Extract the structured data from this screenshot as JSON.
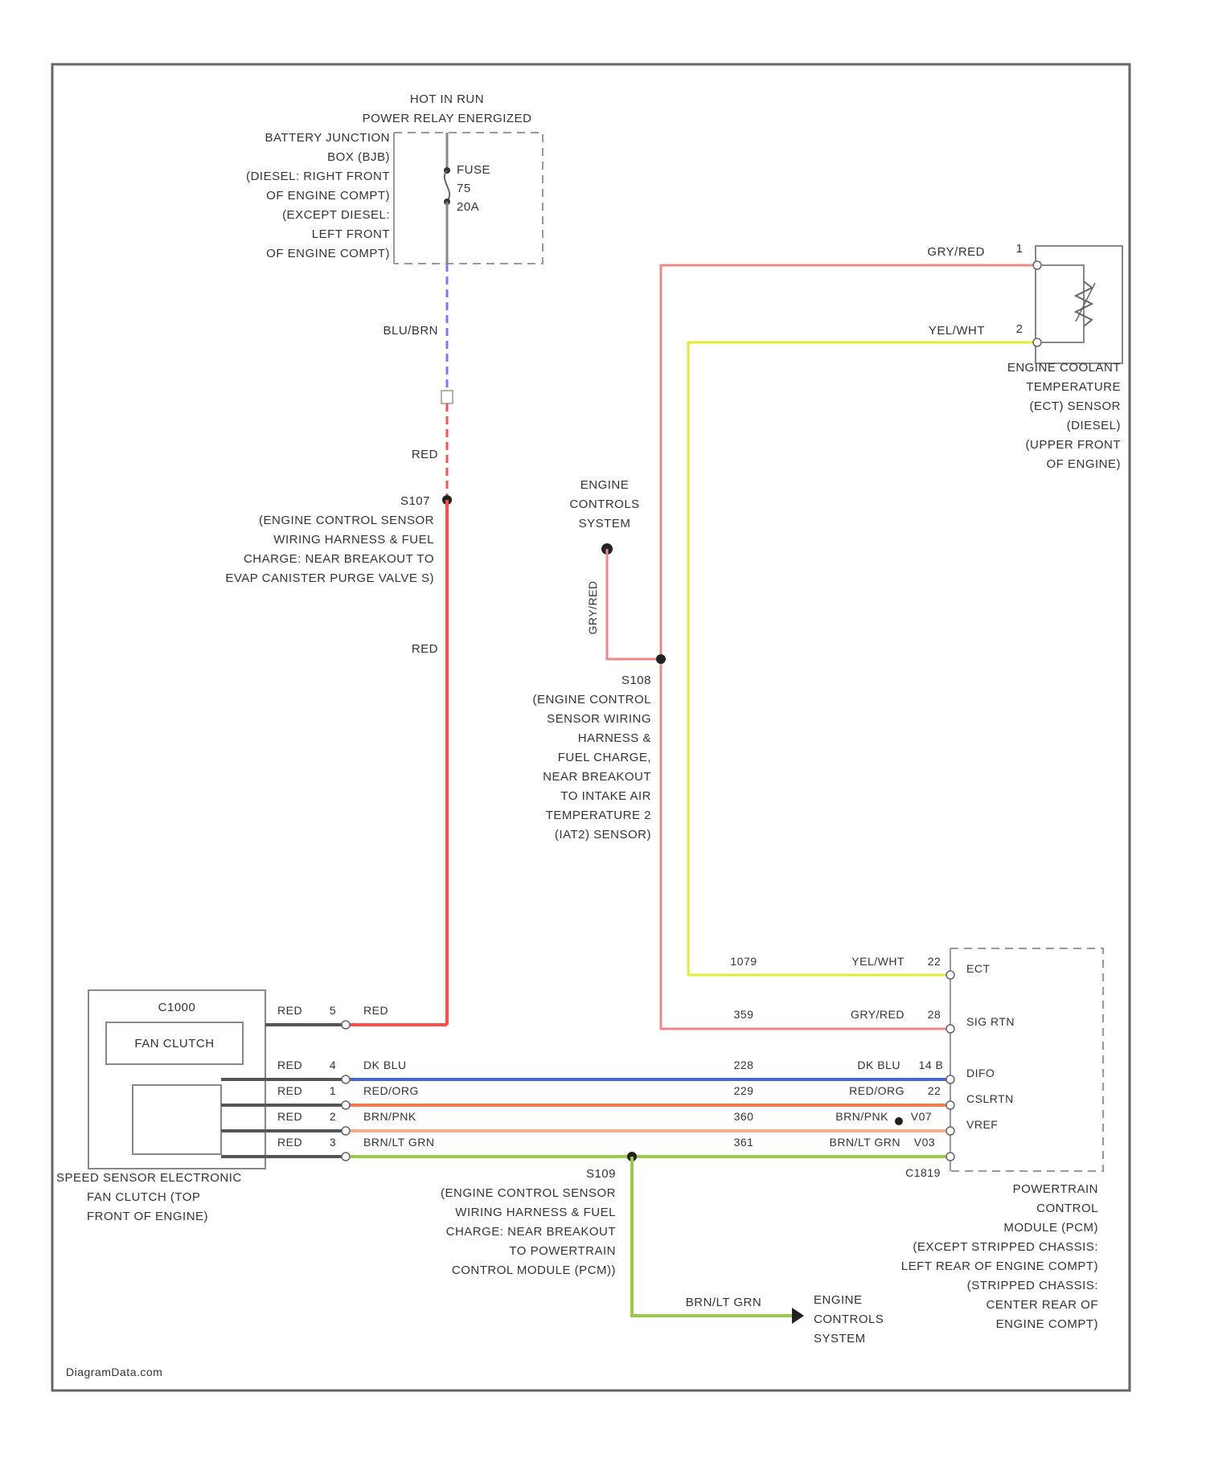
{
  "fuse_block": {
    "hot_lines": [
      "HOT IN RUN",
      "POWER RELAY ENERGIZED"
    ],
    "location_lines": [
      "BATTERY JUNCTION",
      "BOX (BJB)",
      "(DIESEL: RIGHT FRONT",
      "OF ENGINE COMPT)",
      "(EXCEPT DIESEL:",
      "LEFT FRONT",
      "OF ENGINE COMPT)"
    ],
    "fuse_lines": [
      "FUSE",
      "75",
      "20A"
    ]
  },
  "wires": {
    "blu_brn": "BLU/BRN",
    "red_upper": "RED",
    "red_lower": "RED",
    "gry_red": "GRY/RED",
    "yel_wht": "YEL/WHT",
    "gry_red_vertical": "GRY/RED",
    "brn_lt_grn": "BRN/LT GRN"
  },
  "splices": {
    "s1": {
      "id": "S107",
      "lines": [
        "(ENGINE CONTROL SENSOR",
        "WIRING HARNESS & FUEL",
        "CHARGE: NEAR BREAKOUT TO",
        "EVAP CANISTER PURGE VALVE S)"
      ]
    },
    "s2": {
      "id": "S108",
      "lines": [
        "(ENGINE CONTROL",
        "SENSOR WIRING",
        "HARNESS &",
        "FUEL CHARGE,",
        "NEAR BREAKOUT",
        "TO INTAKE AIR",
        "TEMPERATURE 2",
        "(IAT2) SENSOR)"
      ]
    },
    "s3": {
      "id": "S109",
      "lines": [
        "(ENGINE CONTROL SENSOR",
        "WIRING HARNESS & FUEL",
        "CHARGE: NEAR BREAKOUT",
        "TO POWERTRAIN",
        "CONTROL MODULE (PCM))"
      ]
    }
  },
  "engine_controls_top": [
    "ENGINE",
    "CONTROLS",
    "SYSTEM"
  ],
  "engine_controls_bottom": [
    "ENGINE",
    "CONTROLS",
    "SYSTEM"
  ],
  "ect_sensor": {
    "pins": [
      "1",
      "2"
    ],
    "lines": [
      "ENGINE COOLANT",
      "TEMPERATURE",
      "(ECT) SENSOR",
      "(DIESEL)",
      "(UPPER FRONT",
      "OF ENGINE)"
    ]
  },
  "fan_clutch": {
    "connector": "C1000",
    "label": "FAN CLUTCH",
    "lines": [
      "SPEED SENSOR ELECTRONIC",
      "FAN CLUTCH (TOP",
      "FRONT OF ENGINE)"
    ],
    "rows": [
      {
        "pin_left": "RED",
        "pin": "5",
        "wire": "RED"
      },
      {
        "pin_left": "RED",
        "pin": "4",
        "wire": "DK BLU"
      },
      {
        "pin_left": "RED",
        "pin": "1",
        "wire": "RED/ORG"
      },
      {
        "pin_left": "RED",
        "pin": "2",
        "wire": "BRN/PNK"
      },
      {
        "pin_left": "RED",
        "pin": "3",
        "wire": "BRN/LT GRN"
      }
    ]
  },
  "pcm": {
    "connector": "C1819",
    "rows": [
      {
        "circuit": "1079",
        "wire": "YEL/WHT",
        "pin": "22",
        "func": "ECT"
      },
      {
        "circuit": "359",
        "wire": "GRY/RED",
        "pin": "28",
        "func": "SIG RTN"
      },
      {
        "circuit": "228",
        "wire": "DK BLU",
        "pin": "14 B",
        "func": "DIFO"
      },
      {
        "circuit": "229",
        "wire": "RED/ORG",
        "pin": "22",
        "func": "CSLRTN"
      },
      {
        "circuit": "360",
        "wire": "BRN/PNK",
        "pin": "V07",
        "func": "VREF"
      },
      {
        "circuit": "361",
        "wire": "BRN/LT GRN",
        "pin": "V03",
        "func": ""
      }
    ],
    "lines": [
      "POWERTRAIN",
      "CONTROL",
      "MODULE (PCM)",
      "(EXCEPT STRIPPED CHASSIS:",
      "LEFT REAR OF ENGINE COMPT)",
      "(STRIPPED CHASSIS:",
      "CENTER REAR OF",
      "ENGINE COMPT)"
    ]
  },
  "footer": "DiagramData.com",
  "colors": {
    "red": "#ff4d4d",
    "pink": "#ee8888",
    "blue": "#4466dd",
    "yellow": "#e8e832",
    "orange": "#ff7744",
    "salmon": "#ffaa88",
    "green": "#99cc44",
    "gray": "#555555",
    "blue_dash": "#7777ff"
  }
}
